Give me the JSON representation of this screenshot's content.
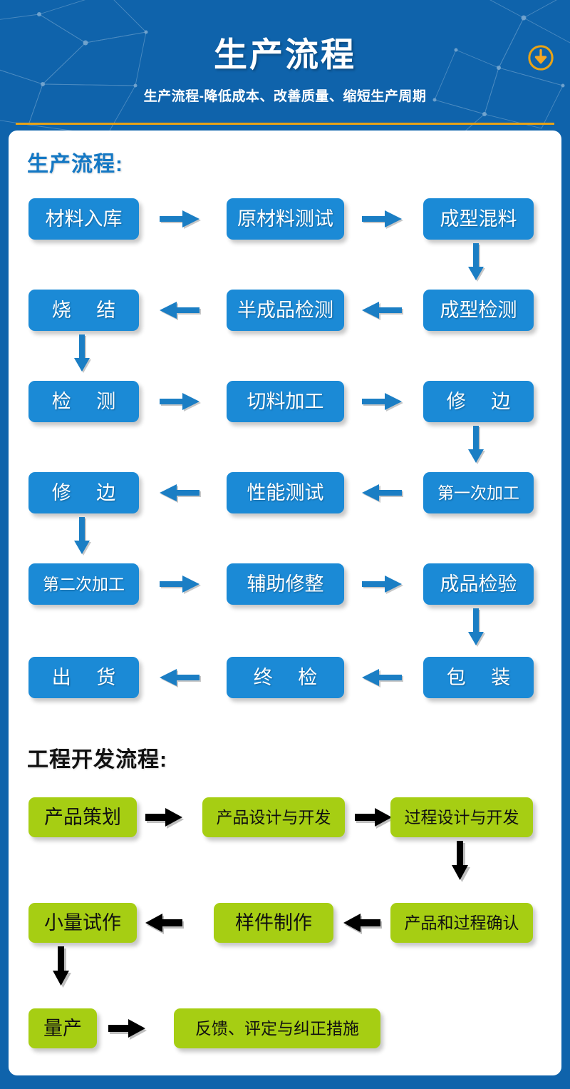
{
  "header": {
    "title": "生产流程",
    "subtitle": "生产流程-降低成本、改善质量、缩短生产周期",
    "download_icon": "download-circle-icon",
    "bg_color": "#0f63ab",
    "accent_color": "#e8a317"
  },
  "sections": [
    {
      "id": "production",
      "heading": "生产流程:",
      "heading_color": "#1478c4",
      "node_color": "#1b8ad6",
      "node_text_color": "#ffffff",
      "arrow_color": "#1b7ec4"
    },
    {
      "id": "engineering",
      "heading": "工程开发流程:",
      "heading_color": "#111111",
      "node_color": "#a6ce13",
      "node_text_color": "#101010",
      "arrow_color": "#000000"
    }
  ],
  "production_nodes": [
    {
      "id": "p1",
      "label": "材料入库"
    },
    {
      "id": "p2",
      "label": "原材料测试"
    },
    {
      "id": "p3",
      "label": "成型混料"
    },
    {
      "id": "p4",
      "label": "成型检测"
    },
    {
      "id": "p5",
      "label": "半成品检测"
    },
    {
      "id": "p6",
      "label": "烧 结"
    },
    {
      "id": "p7",
      "label": "检 测"
    },
    {
      "id": "p8",
      "label": "切料加工"
    },
    {
      "id": "p9",
      "label": "修 边"
    },
    {
      "id": "p10",
      "label": "第一次加工"
    },
    {
      "id": "p11",
      "label": "性能测试"
    },
    {
      "id": "p12",
      "label": "修 边"
    },
    {
      "id": "p13",
      "label": "第二次加工"
    },
    {
      "id": "p14",
      "label": "辅助修整"
    },
    {
      "id": "p15",
      "label": "成品检验"
    },
    {
      "id": "p16",
      "label": "包 装"
    },
    {
      "id": "p17",
      "label": "终 检"
    },
    {
      "id": "p18",
      "label": "出 货"
    }
  ],
  "engineering_nodes": [
    {
      "id": "e1",
      "label": "产品策划"
    },
    {
      "id": "e2",
      "label": "产品设计与开发"
    },
    {
      "id": "e3",
      "label": "过程设计与开发"
    },
    {
      "id": "e4",
      "label": "产品和过程确认"
    },
    {
      "id": "e5",
      "label": "样件制作"
    },
    {
      "id": "e6",
      "label": "小量试作"
    },
    {
      "id": "e7",
      "label": "量产"
    },
    {
      "id": "e8",
      "label": "反馈、评定与纠正措施"
    }
  ]
}
